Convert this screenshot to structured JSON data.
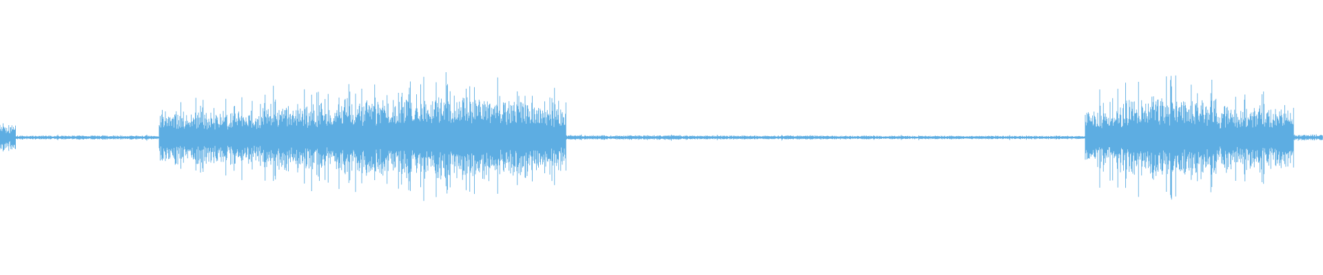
{
  "waveform": {
    "color": "#5dade2",
    "background": "#ffffff",
    "duration_fraction_segments": [
      {
        "start": 0.0,
        "end": 0.012,
        "level": 0.1
      },
      {
        "start": 0.012,
        "end": 0.12,
        "level": 0.012
      },
      {
        "start": 0.12,
        "end": 0.2,
        "level": 0.34
      },
      {
        "start": 0.2,
        "end": 0.26,
        "level": 0.42
      },
      {
        "start": 0.26,
        "end": 0.31,
        "level": 0.48
      },
      {
        "start": 0.31,
        "end": 0.37,
        "level": 0.54
      },
      {
        "start": 0.37,
        "end": 0.4,
        "level": 0.5
      },
      {
        "start": 0.4,
        "end": 0.428,
        "level": 0.44
      },
      {
        "start": 0.428,
        "end": 0.52,
        "level": 0.014
      },
      {
        "start": 0.52,
        "end": 0.64,
        "level": 0.012
      },
      {
        "start": 0.64,
        "end": 0.82,
        "level": 0.01
      },
      {
        "start": 0.82,
        "end": 0.85,
        "level": 0.38
      },
      {
        "start": 0.85,
        "end": 0.92,
        "level": 0.5
      },
      {
        "start": 0.92,
        "end": 0.978,
        "level": 0.4
      },
      {
        "start": 0.978,
        "end": 1.0,
        "level": 0.02
      }
    ]
  }
}
